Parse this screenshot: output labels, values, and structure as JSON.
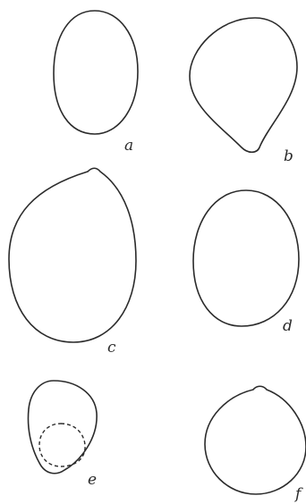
{
  "figure": {
    "panels": [
      {
        "key": "a",
        "label": "a"
      },
      {
        "key": "b",
        "label": "b"
      },
      {
        "key": "c",
        "label": "c"
      },
      {
        "key": "d",
        "label": "d"
      },
      {
        "key": "e",
        "label": "e"
      },
      {
        "key": "f",
        "label": "f"
      }
    ]
  }
}
